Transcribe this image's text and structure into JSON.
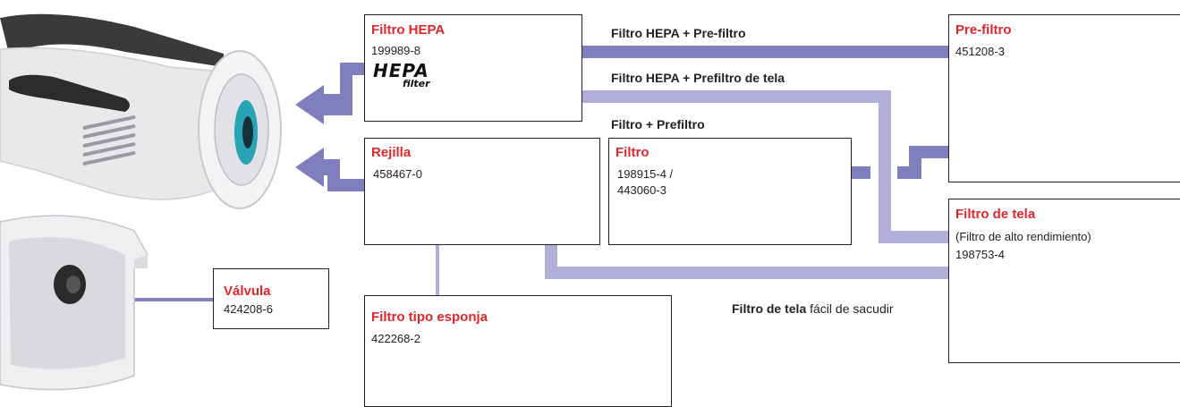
{
  "colors": {
    "flow_dark": "#7f7fbd",
    "flow_light": "#b0aed8",
    "title_red": "#e0262b",
    "border": "#222222"
  },
  "flows": {
    "hepa_prefilter": "Filtro HEPA + Pre-filtro",
    "hepa_cloth": "Filtro HEPA + Prefiltro de tela",
    "filter_prefilter": "Filtro + Prefiltro"
  },
  "parts": {
    "hepa": {
      "title": "Filtro HEPA",
      "code": "199989-8",
      "logo_main": "HEPA",
      "logo_sub": "filter"
    },
    "grille": {
      "title": "Rejilla",
      "code": "458467-0"
    },
    "filter": {
      "title": "Filtro",
      "code_line1": "198915-4 /",
      "code_line2": "443060-3"
    },
    "prefilter": {
      "title": "Pre-filtro",
      "code": "451208-3"
    },
    "cloth": {
      "title": "Filtro de tela",
      "subtitle": "(Filtro de alto rendimiento)",
      "code": "198753-4"
    },
    "valve": {
      "title": "Válvula",
      "code": "424208-6"
    },
    "sponge": {
      "title": "Filtro tipo esponja",
      "code": "422268-2"
    }
  },
  "note": {
    "bold": "Filtro de tela",
    "rest": " fácil de sacudir"
  }
}
